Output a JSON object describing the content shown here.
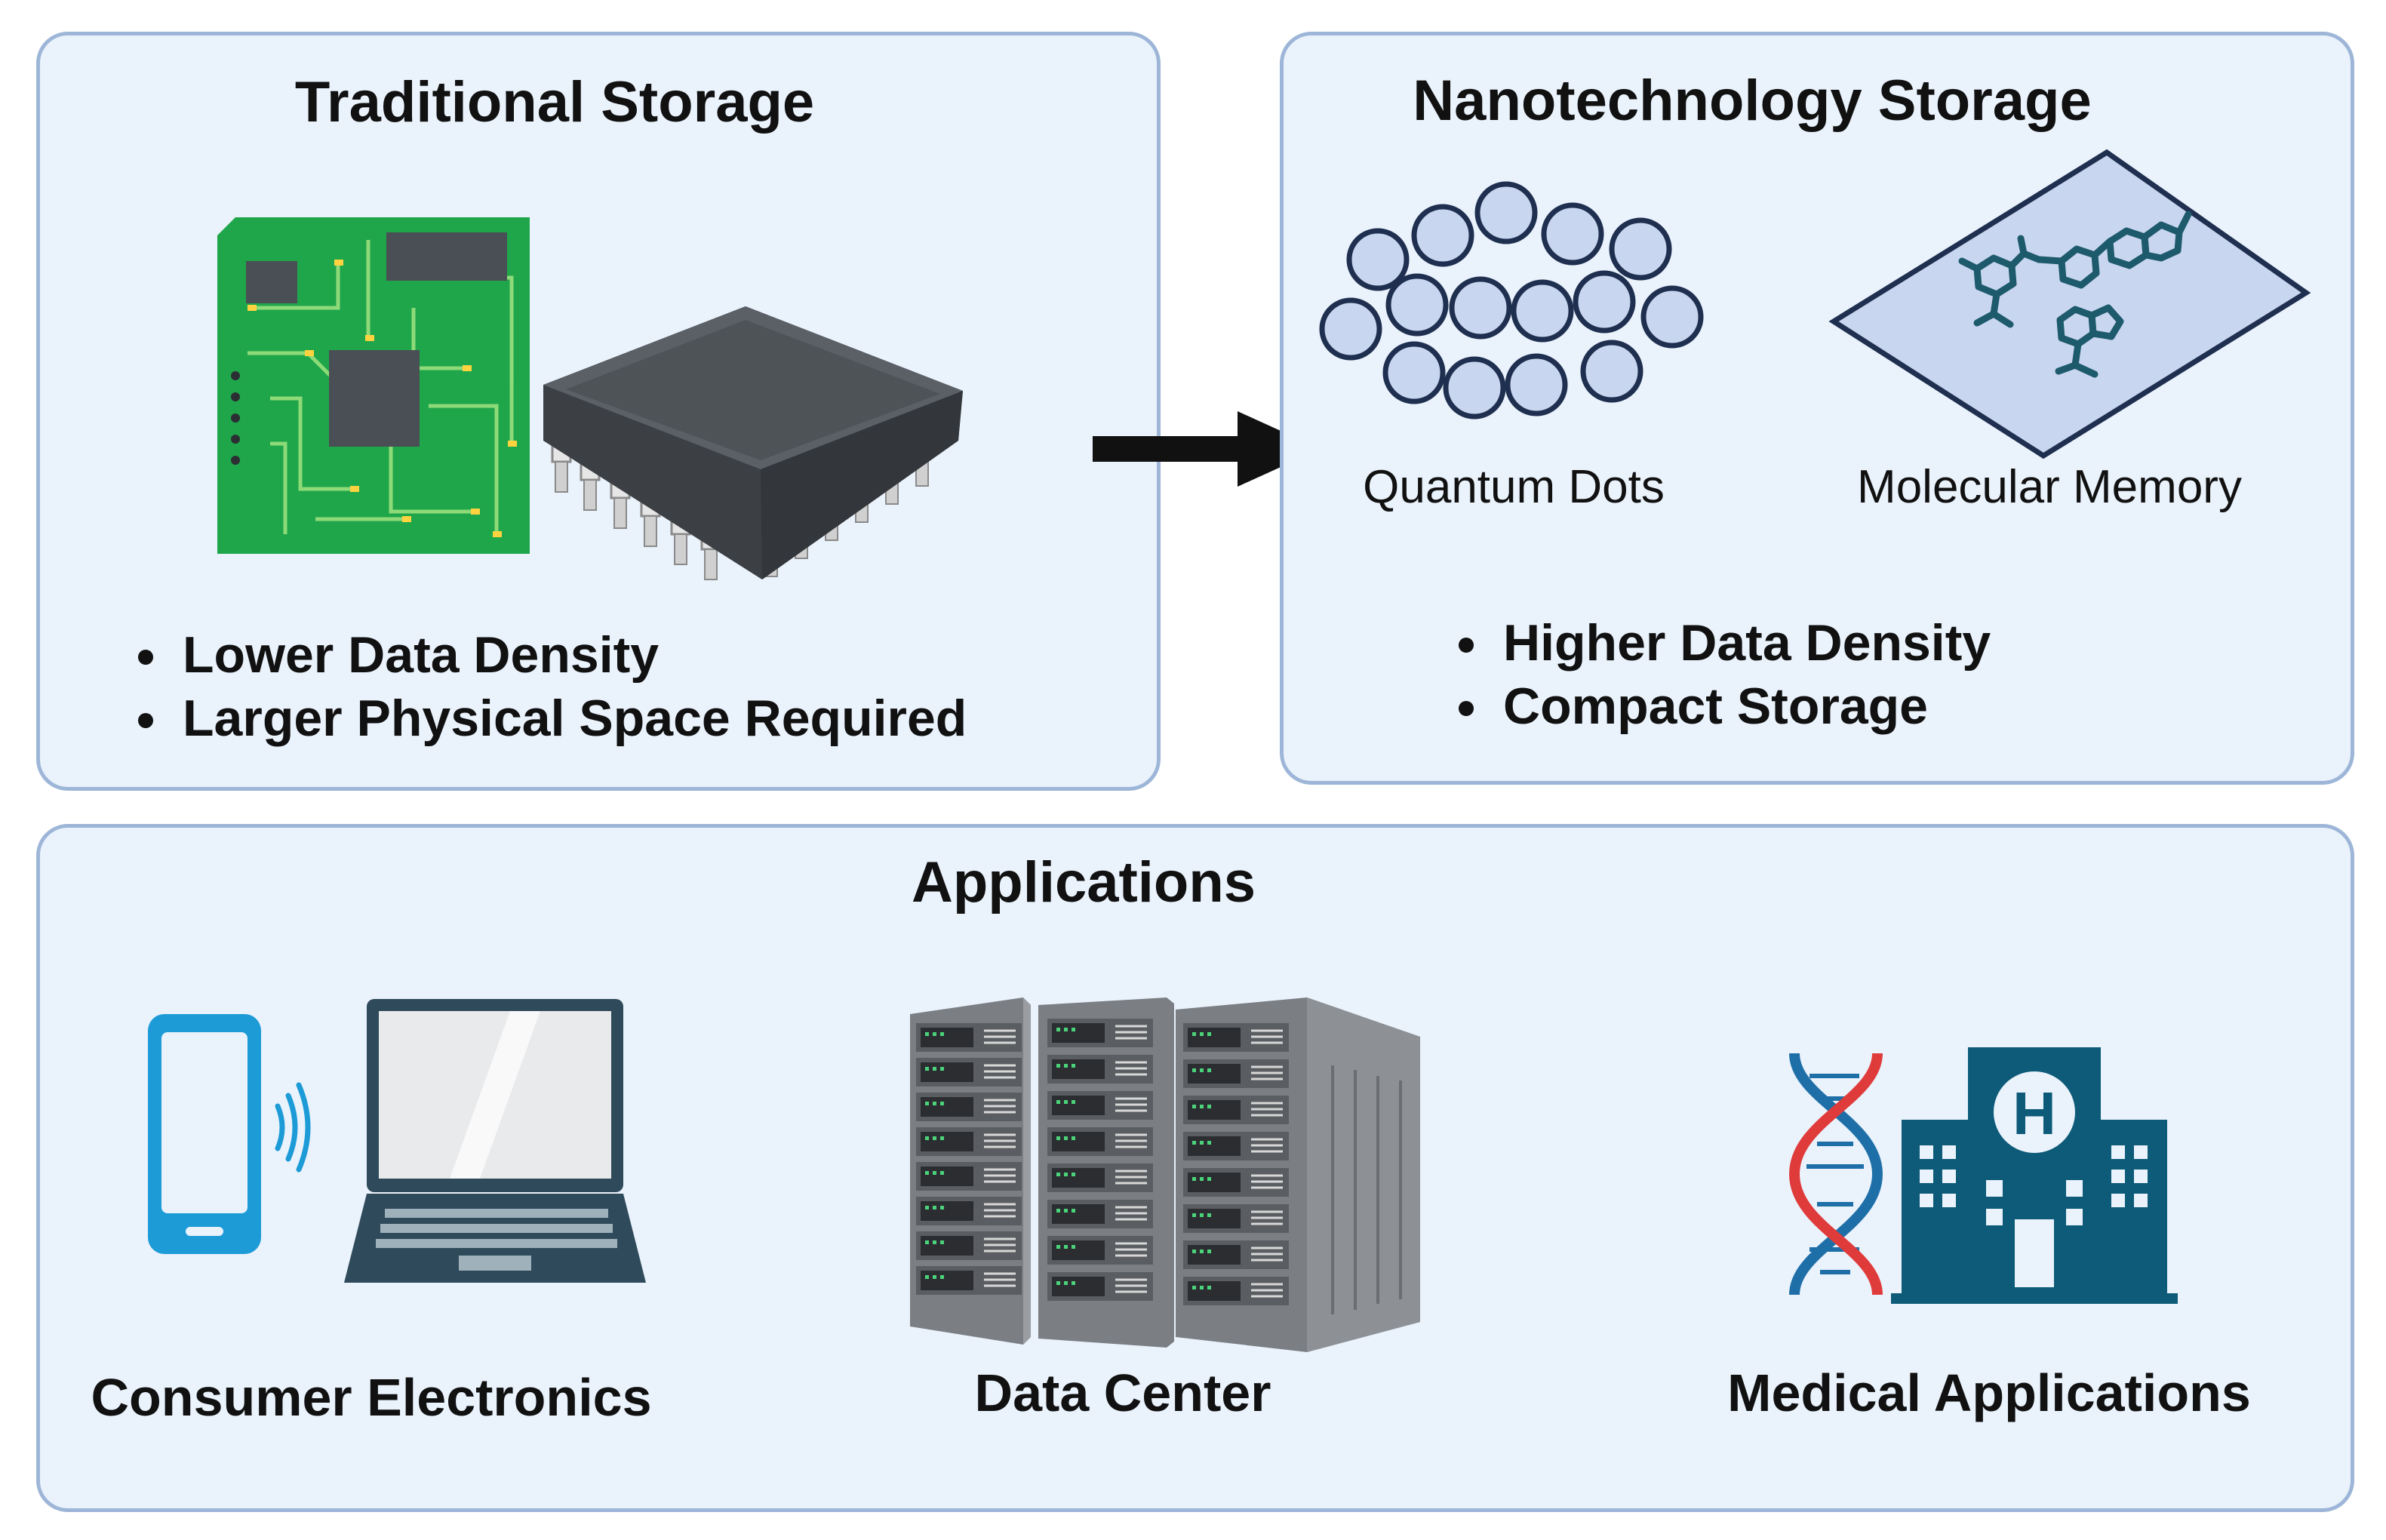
{
  "traditional": {
    "title": "Traditional Storage",
    "bullets": [
      "Lower Data Density",
      "Larger Physical Space Required"
    ]
  },
  "nano": {
    "title": "Nanotechnology Storage",
    "quantum_label": "Quantum Dots",
    "molecular_label": "Molecular Memory",
    "bullets": [
      "Higher Data Density",
      "Compact Storage"
    ]
  },
  "applications": {
    "title": "Applications",
    "consumer_label": "Consumer Electronics",
    "datacenter_label": "Data Center",
    "medical_label": "Medical Applications",
    "hospital_letter": "H"
  },
  "colors": {
    "panel_fill": "#eaf2fc",
    "panel_border": "#9db6d8",
    "pcb_green": "#1fa64a",
    "chip_gray": "#4e5358",
    "dot_fill": "#c9d6f0",
    "dot_stroke": "#1f2f4f",
    "molecule_teal": "#1d5a6b",
    "device_blue": "#1d9bd7",
    "laptop_dark": "#2f4a5a",
    "hospital_teal": "#0d5b78",
    "dna_red": "#e03b3b",
    "dna_blue": "#1e6fa8"
  }
}
